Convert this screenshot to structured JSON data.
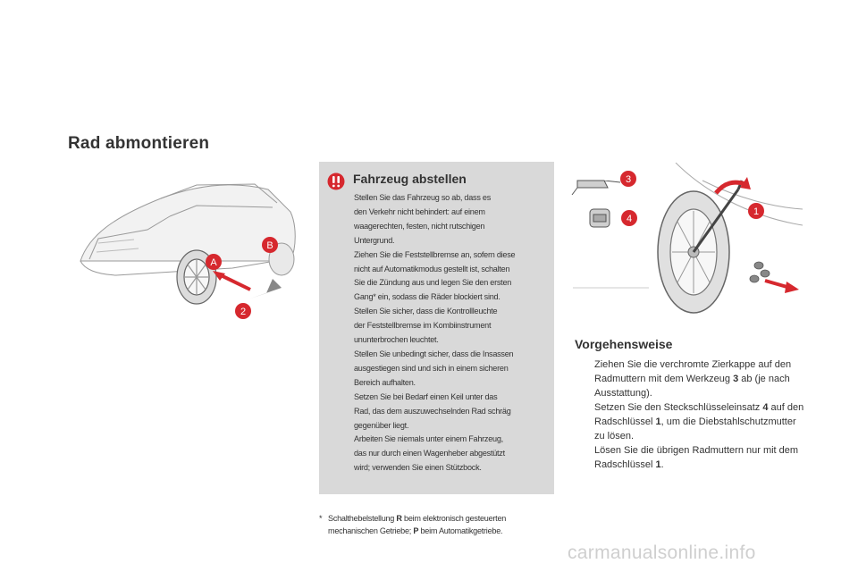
{
  "page": {
    "title": "Rad abmontieren"
  },
  "left_figure": {
    "label_a": "A",
    "label_b": "B",
    "label_2": "2"
  },
  "warning": {
    "title": "Fahrzeug abstellen",
    "paragraphs": [
      "Stellen Sie das Fahrzeug so ab, dass es\nden Verkehr nicht behindert: auf einem\nwaagerechten, festen, nicht rutschigen\nUntergrund.",
      "Ziehen Sie die Feststellbremse an, sofern diese\nnicht auf Automatikmodus gestellt ist, schalten\nSie die Zündung aus und legen Sie den ersten\nGang* ein, sodass die Räder blockiert sind.",
      "Stellen Sie sicher, dass die Kontrollleuchte\nder Feststellbremse im Kombiinstrument\nununterbrochen leuchtet.",
      "Stellen Sie unbedingt sicher, dass die Insassen\nausgestiegen sind und sich in einem sicheren\nBereich aufhalten.",
      "Setzen Sie bei Bedarf einen Keil unter das\nRad, das dem auszuwechselnden Rad schräg\ngegenüber liegt.",
      "Arbeiten Sie niemals unter einem Fahrzeug,\ndas nur durch einen Wagenheber abgestützt\nwird; verwenden Sie einen Stützbock."
    ]
  },
  "footnote": {
    "star": "*",
    "line1_a": "Schalthebelstellung ",
    "line1_bold": "R",
    "line1_b": " beim elektronisch gesteuerten",
    "line2_a": "mechanischen Getriebe; ",
    "line2_bold": "P",
    "line2_b": " beim Automatikgetriebe."
  },
  "right_figure": {
    "label_1": "1",
    "label_3": "3",
    "label_4": "4"
  },
  "procedure": {
    "title": "Vorgehensweise",
    "bullet": "",
    "steps": [
      {
        "a": "Ziehen Sie die verchromte Zierkappe auf den Radmuttern mit dem Werkzeug ",
        "bold": "3",
        "b": " ab (je nach Ausstattung)."
      },
      {
        "a": "Setzen Sie den Steckschlüsseleinsatz ",
        "bold": "4",
        "b": " auf den Radschlüssel ",
        "bold2": "1",
        "c": ", um die Diebstahlschutzmutter zu lösen."
      },
      {
        "a": "Lösen Sie die übrigen Radmuttern nur mit dem Radschlüssel ",
        "bold": "1",
        "b": "."
      }
    ]
  },
  "watermark": "carmanualsonline.info",
  "colors": {
    "panel": "#d9d9d9",
    "accent_red": "#d6282e",
    "text": "#333333"
  }
}
